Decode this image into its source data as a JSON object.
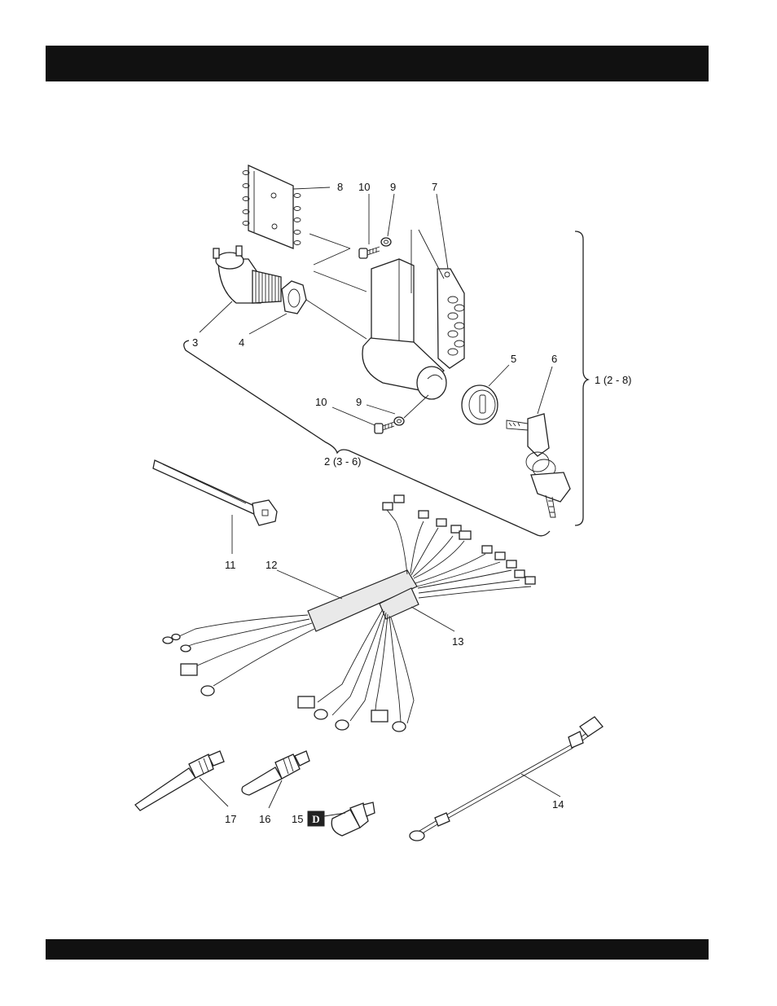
{
  "header": {
    "title": ""
  },
  "footer": {
    "text": ""
  },
  "callouts": {
    "c8": "8",
    "c10a": "10",
    "c9a": "9",
    "c7": "7",
    "c3": "3",
    "c4": "4",
    "c5": "5",
    "c6": "6",
    "c1": "1 (2 - 8)",
    "c10b": "10",
    "c9b": "9",
    "c2": "2 (3 - 6)",
    "c11": "11",
    "c12": "12",
    "c13": "13",
    "c14": "14",
    "c17": "17",
    "c16": "16",
    "c15": "15",
    "badge15": "D"
  }
}
